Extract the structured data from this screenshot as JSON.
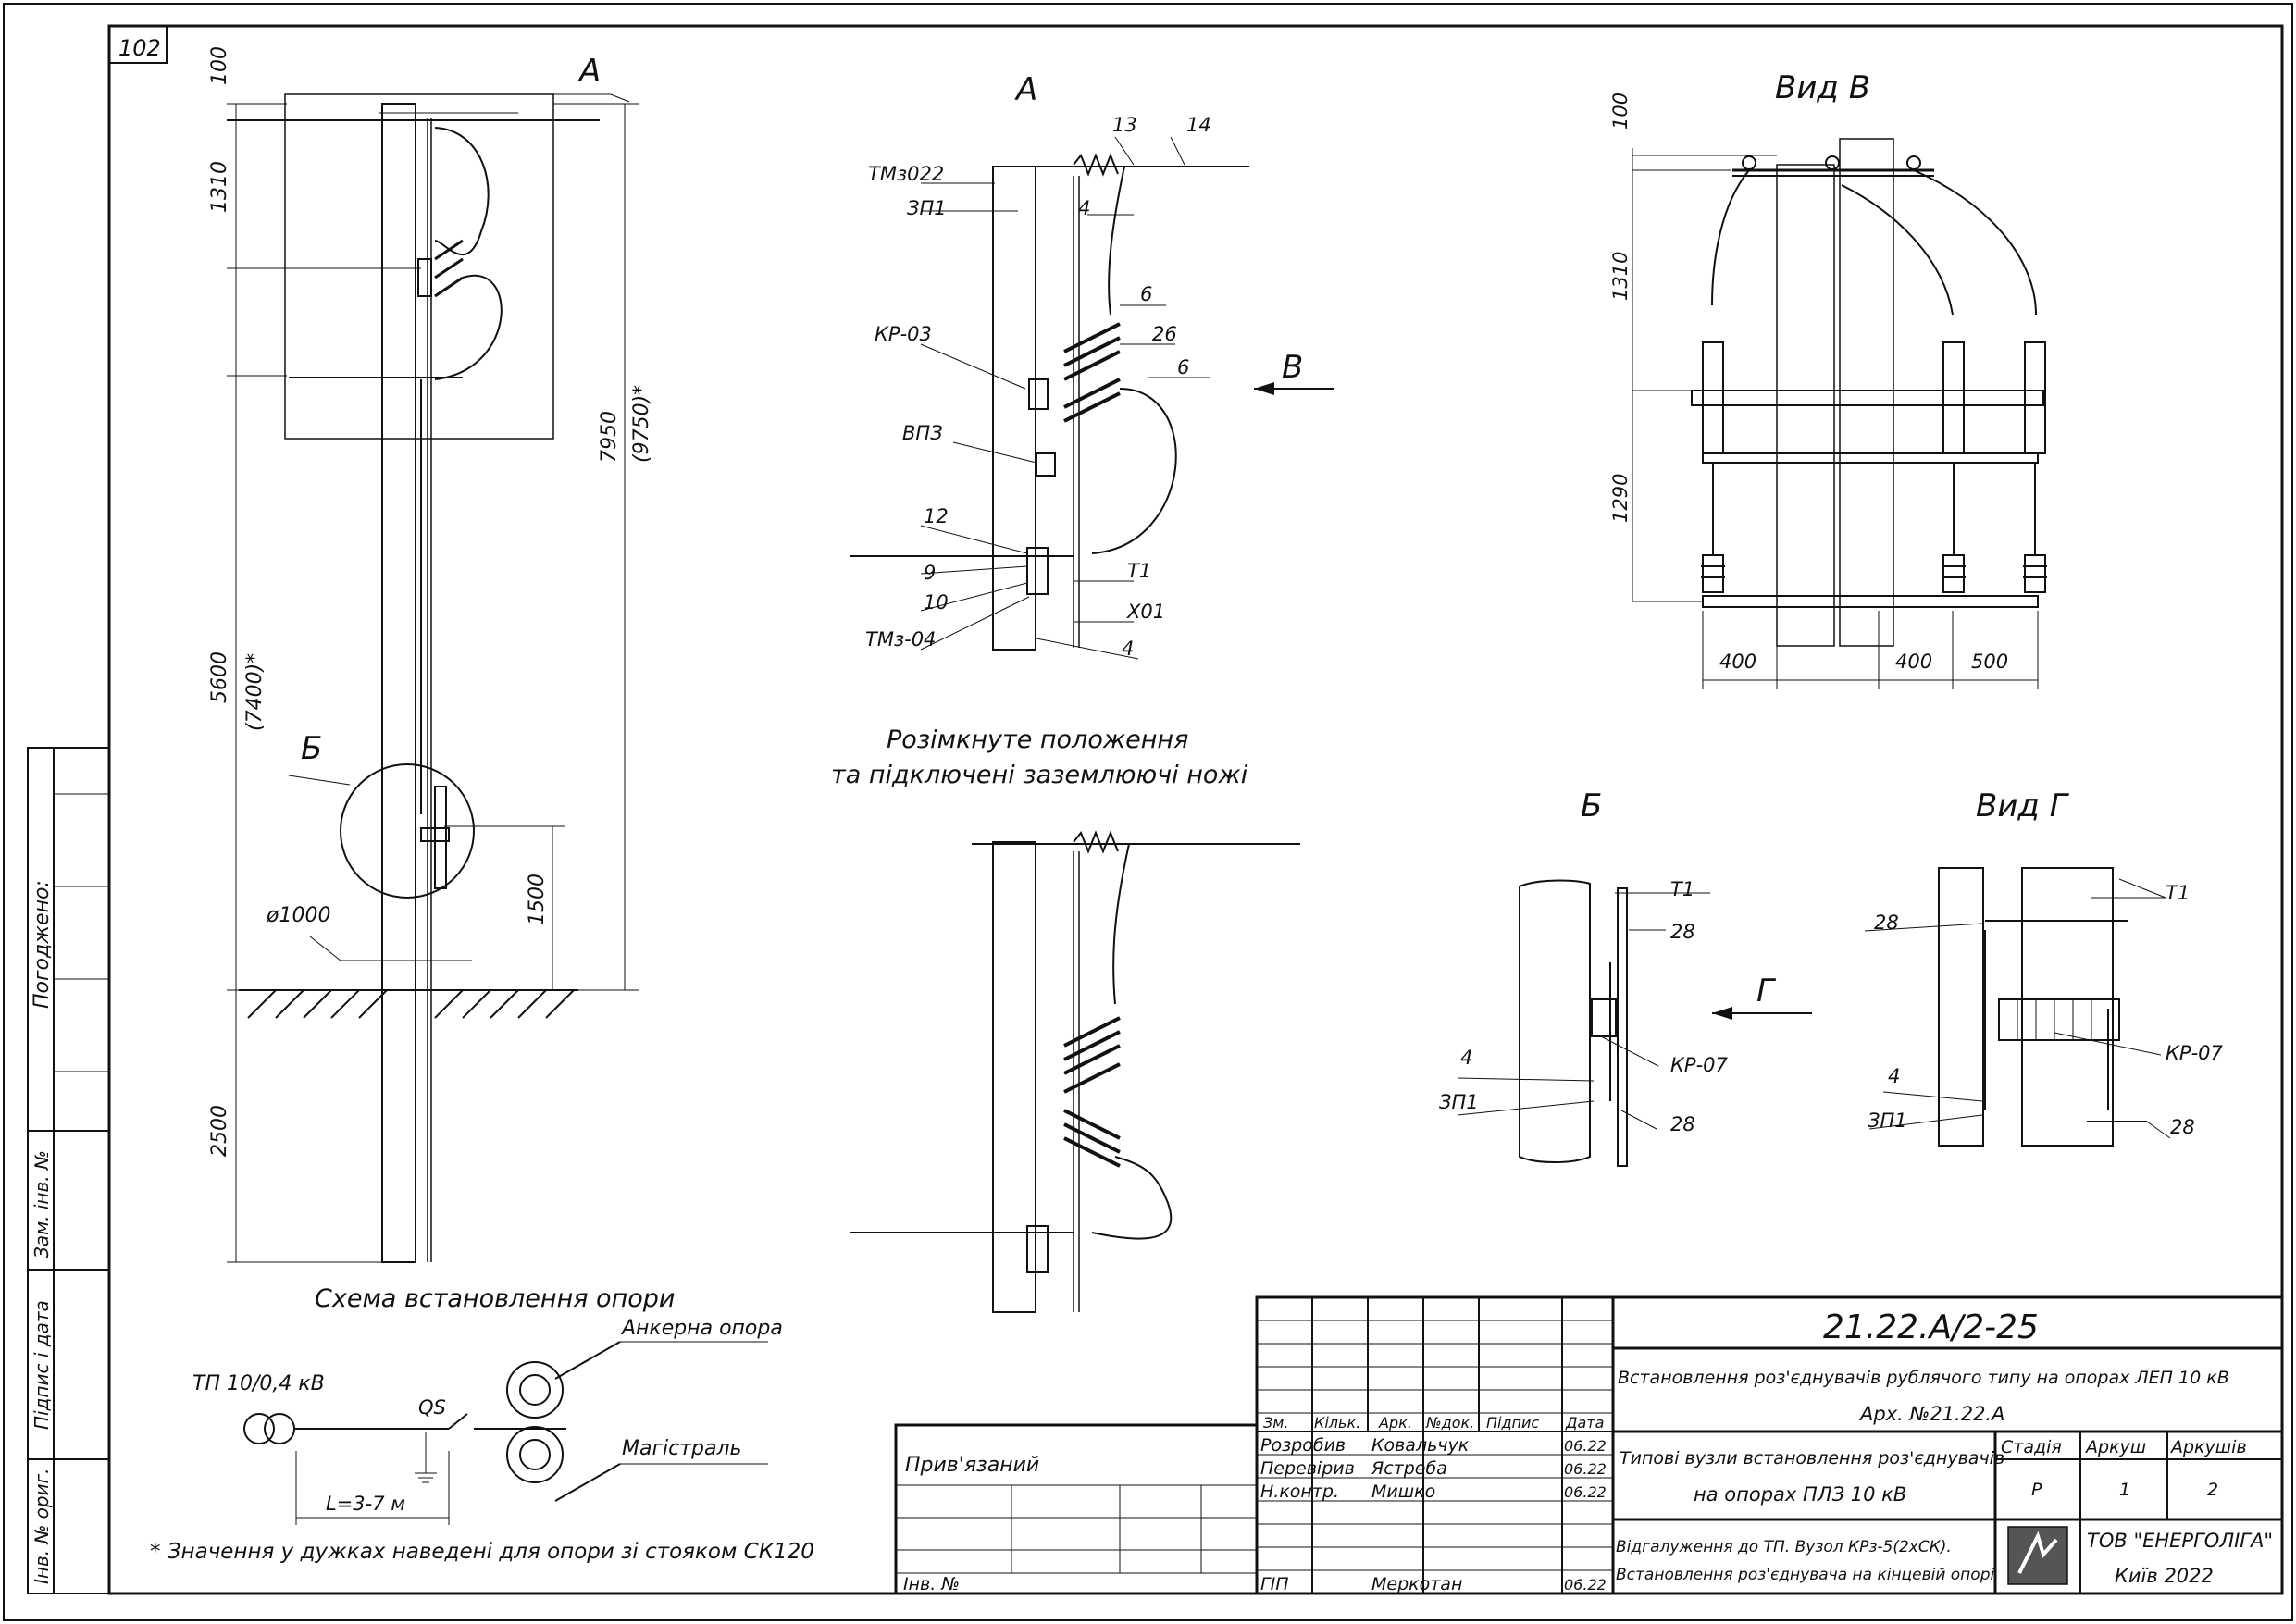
{
  "sheet_no": "102",
  "side_stamp": {
    "agreed": "Погоджено:",
    "replace_inv": "Зам. інв. №",
    "sign_date": "Підпис і дата",
    "inv_orig": "Інв. № ориг."
  },
  "left_view": {
    "callout_a": "А",
    "callout_b": "Б",
    "dims": [
      "100",
      "1310",
      "7950",
      "(9750)*",
      "5600",
      "(7400)*",
      "1500",
      "2500"
    ],
    "diameter": "ø1000"
  },
  "view_a": {
    "title": "А",
    "labels": [
      "ТМз022",
      "ЗП1",
      "КР-03",
      "ВПЗ",
      "12",
      "9",
      "10",
      "ТМз-04",
      "13",
      "14",
      "4",
      "6",
      "26",
      "6",
      "Т1",
      "Х01",
      "4"
    ],
    "arrow_b": "В"
  },
  "open_position": {
    "line1": "Розімкнуте положення",
    "line2": "та підключені заземлюючі ножі"
  },
  "view_v": {
    "title": "Вид В",
    "dims": [
      "100",
      "1310",
      "1290",
      "400",
      "400",
      "500"
    ]
  },
  "detail_b": {
    "title": "Б",
    "labels": [
      "Т1",
      "28",
      "КР-07",
      "4",
      "ЗП1",
      "28"
    ],
    "arrow_g": "Г"
  },
  "view_g": {
    "title": "Вид Г",
    "labels": [
      "Т1",
      "28",
      "КР-07",
      "4",
      "ЗП1",
      "28"
    ]
  },
  "scheme": {
    "title": "Схема встановлення опори",
    "tp": "ТП 10/0,4 кВ",
    "qs": "QS",
    "anchor": "Анкерна опора",
    "main": "Магістраль",
    "length": "L=3-7 м"
  },
  "footnote": "* Значення у дужках наведені для опори зі стояком СК120",
  "title_block": {
    "code": "21.22.А/2-25",
    "project": "Встановлення роз'єднувачів рублячого типу на опорах ЛЕП 10 кВ",
    "arch": "Арх. №21.22.А",
    "headers": [
      "Зм.",
      "Кільк.",
      "Арк.",
      "№док.",
      "Підпис",
      "Дата"
    ],
    "people": [
      {
        "role": "Розробив",
        "name": "Ковальчук",
        "date": "06.22"
      },
      {
        "role": "Перевірив",
        "name": "Ястреба",
        "date": "06.22"
      },
      {
        "role": "Н.контр.",
        "name": "Мишко",
        "date": "06.22"
      },
      {
        "role": "ГІП",
        "name": "Меркотан",
        "date": "06.22"
      }
    ],
    "desc1": "Типові вузли встановлення роз'єднувачів",
    "desc2": "на опорах ПЛЗ 10 кВ",
    "stage_h": "Стадія",
    "sheet_h": "Аркуш",
    "sheets_h": "Аркушів",
    "stage": "Р",
    "sheet": "1",
    "sheets": "2",
    "drawing1": "Відгалуження до ТП. Вузол КРз-5(2хСК).",
    "drawing2": "Встановлення роз'єднувача на кінцевій опорі",
    "company": "ТОВ \"ЕНЕРГОЛІГА\"",
    "city": "Київ 2022",
    "attached": "Прив'язаний",
    "inv": "Інв. №"
  }
}
